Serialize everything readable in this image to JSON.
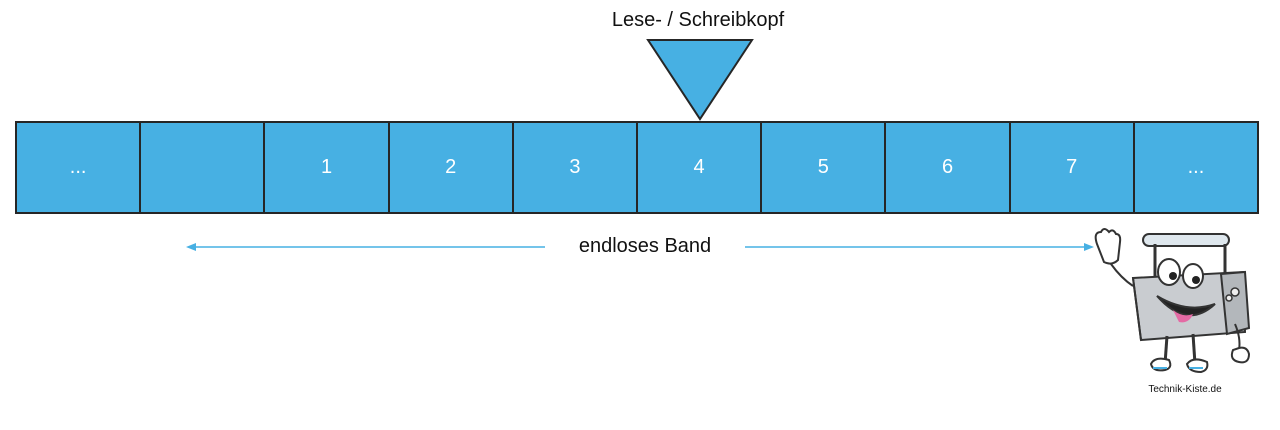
{
  "head": {
    "label": "Lese- / Schreibkopf"
  },
  "tape": {
    "cells": [
      "...",
      "",
      "1",
      "2",
      "3",
      "4",
      "5",
      "6",
      "7",
      "..."
    ],
    "fill_color": "#47b0e3",
    "head_position_index": 5
  },
  "band": {
    "label": "endloses Band",
    "arrow_color": "#47b0e3"
  },
  "logo": {
    "text": "Technik-Kiste.de",
    "icon": "toolbox-mascot-icon"
  }
}
